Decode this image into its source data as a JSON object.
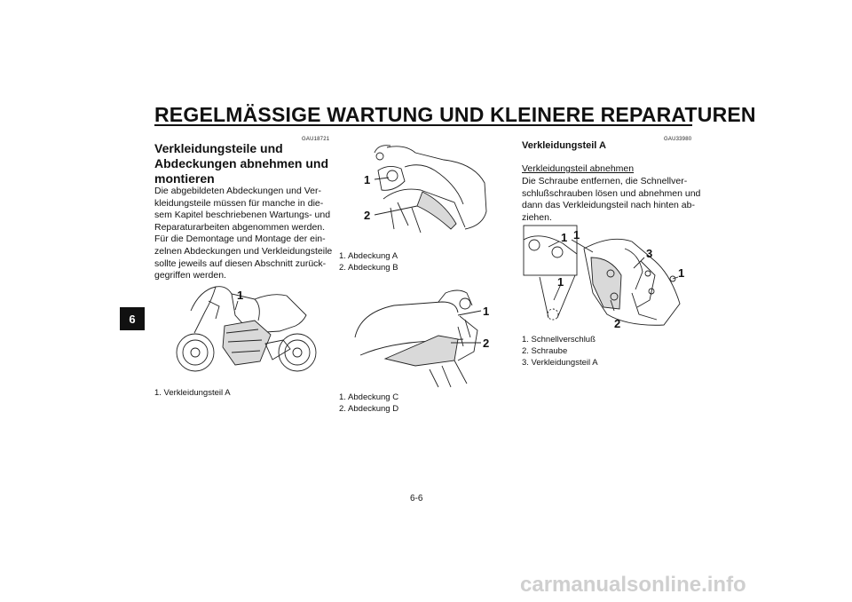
{
  "header": {
    "title": "REGELMÄSSIGE WARTUNG UND KLEINERE REPARATUREN"
  },
  "chapter_tab": "6",
  "left_column": {
    "code": "GAU18721",
    "heading_lines": [
      "Verkleidungsteile und",
      "Abdeckungen abnehmen und",
      "montieren"
    ],
    "body_lines": [
      "Die abgebildeten Abdeckungen und Ver-",
      "kleidungsteile müssen für manche in die-",
      "sem Kapitel beschriebenen Wartungs- und",
      "Reparaturarbeiten abgenommen werden.",
      "Für die Demontage und Montage der ein-",
      "zelnen Abdeckungen und Verkleidungsteile",
      "sollte jeweils auf diesen Abschnitt zurück-",
      "gegriffen werden."
    ],
    "figure_label": "1",
    "caption": [
      "1.  Verkleidungsteil A"
    ]
  },
  "middle_column": {
    "figure1_labels": [
      "1",
      "2"
    ],
    "caption1": [
      "1.  Abdeckung A",
      "2.  Abdeckung B"
    ],
    "figure2_labels": [
      "1",
      "2"
    ],
    "caption2": [
      "1.  Abdeckung C",
      "2.  Abdeckung D"
    ]
  },
  "right_column": {
    "code": "GAU33980",
    "heading": "Verkleidungsteil A",
    "subheading": "Verkleidungsteil abnehmen",
    "body_lines": [
      "Die Schraube entfernen, die Schnellver-",
      "schlußschrauben lösen und abnehmen und",
      "dann das Verkleidungsteil nach hinten ab-",
      "ziehen."
    ],
    "figure_labels": [
      "1",
      "1",
      "3",
      "1",
      "1",
      "2"
    ],
    "caption": [
      "1.  Schnellverschluß",
      "2.  Schraube",
      "3.  Verkleidungsteil A"
    ]
  },
  "footer": {
    "page_number": "6-6",
    "watermark": "carmanualsonline.info"
  }
}
